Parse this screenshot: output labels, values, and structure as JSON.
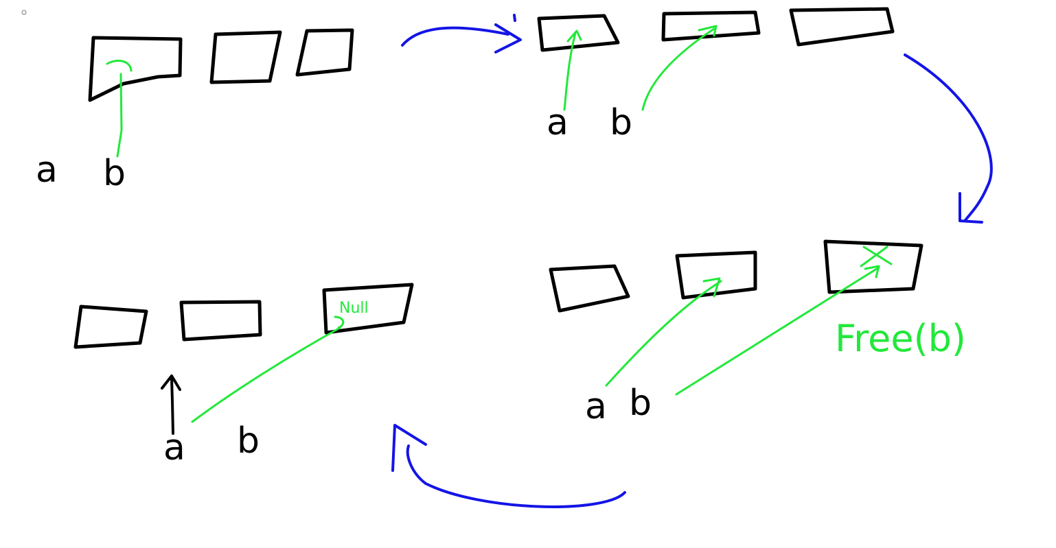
{
  "colors": {
    "ink": "#000000",
    "pointer": "#22e83a",
    "flow": "#1414e6",
    "background": "#ffffff"
  },
  "panels": [
    {
      "id": "step-1",
      "vars": [
        "a",
        "b"
      ]
    },
    {
      "id": "step-2",
      "vars": [
        "a",
        "b"
      ]
    },
    {
      "id": "step-3",
      "vars": [
        "a",
        "b"
      ],
      "call": "Free(b)",
      "freed_mark": "X"
    },
    {
      "id": "step-4",
      "vars": [
        "a",
        "b"
      ],
      "null_label": "Null"
    }
  ]
}
